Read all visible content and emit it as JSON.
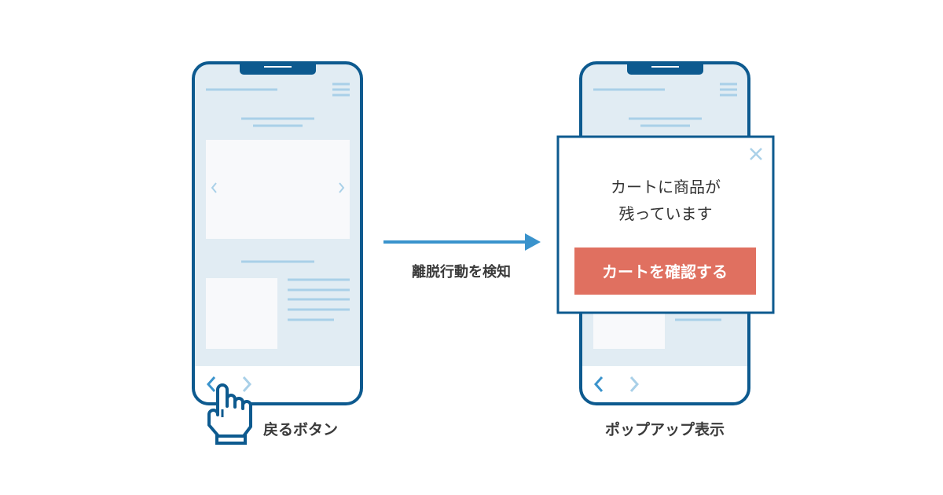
{
  "left_phone": {
    "caption": "戻るボタン"
  },
  "arrow": {
    "label": "離脱行動を検知"
  },
  "right_phone": {
    "caption": "ポップアップ表示"
  },
  "popup": {
    "message_line1": "カートに商品が",
    "message_line2": "残っています",
    "button_label": "カートを確認する"
  },
  "colors": {
    "frame": "#0d5a8f",
    "screen_bg": "#e1ecf3",
    "placeholder_line": "#a9d0e8",
    "arrow": "#3a93cc",
    "cta": "#e07060"
  }
}
